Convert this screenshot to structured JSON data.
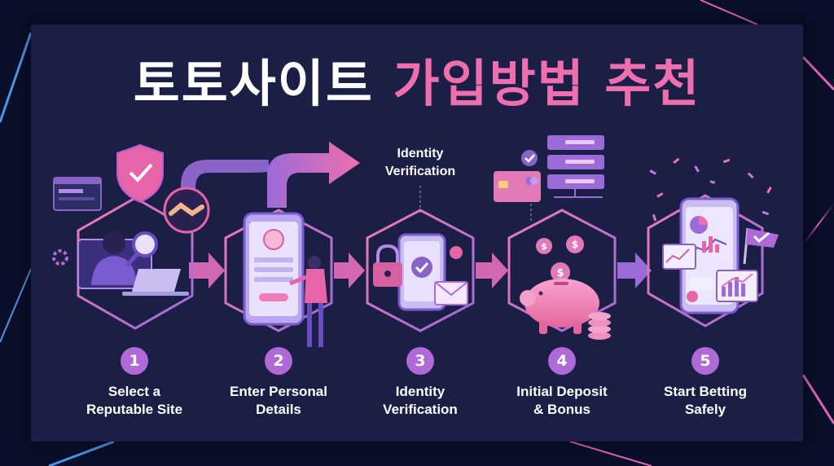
{
  "title": {
    "part1": "토토사이트",
    "part2": "가입방법 추천"
  },
  "callout": {
    "line1": "Identity",
    "line2": "Verification"
  },
  "steps": [
    {
      "number": "1",
      "line1": "Select a",
      "line2": "Reputable Site"
    },
    {
      "number": "2",
      "line1": "Enter Personal",
      "line2": "Details"
    },
    {
      "number": "3",
      "line1": "Identity",
      "line2": "Verification"
    },
    {
      "number": "4",
      "line1": "Initial Deposit",
      "line2": "& Bonus"
    },
    {
      "number": "5",
      "line1": "Start Betting",
      "line2": "Safely"
    }
  ],
  "colors": {
    "panel": "#1b1f45",
    "pink": "#ef6fae",
    "purple": "#9b6bd8",
    "badge": "#b06ad8",
    "text": "#ffffff"
  }
}
